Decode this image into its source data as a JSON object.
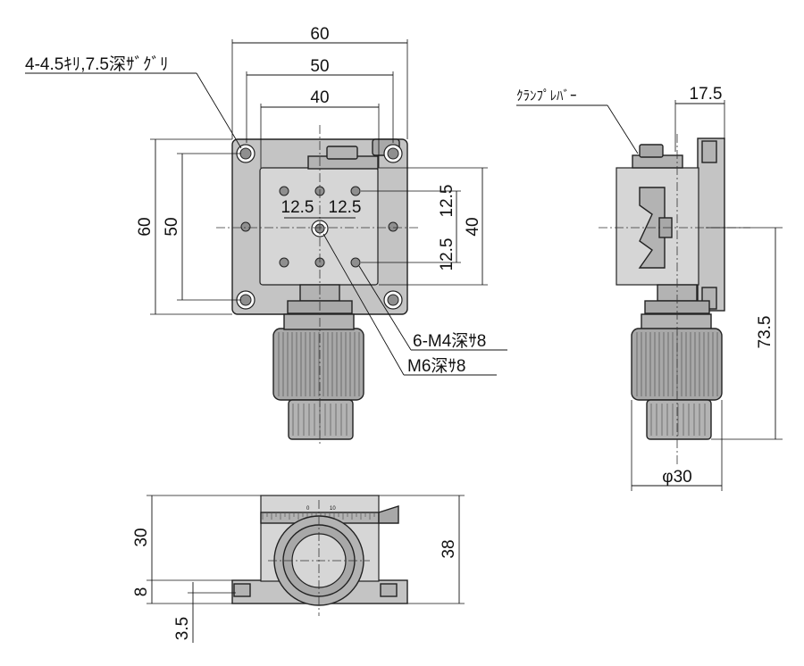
{
  "dimensions": {
    "top_width_outer": "60",
    "top_width_mid": "50",
    "top_width_inner": "40",
    "left_height_outer": "60",
    "left_height_mid": "50",
    "right_height": "40",
    "spacing_h_left": "12.5",
    "spacing_h_right": "12.5",
    "spacing_v_top": "12.5",
    "spacing_v_bottom": "12.5",
    "side_top": "17.5",
    "side_height": "73.5",
    "side_diameter": "φ30",
    "front_30": "30",
    "front_8": "8",
    "front_35": "3.5",
    "front_38": "38"
  },
  "callouts": {
    "mount_holes": "4-4.5ｷﾘ,7.5深ｻﾞｸﾞﾘ",
    "clamp_lever": "ｸﾗﾝﾌﾟﾚﾊﾞｰ",
    "m4_holes": "6-M4深ｻ8",
    "m6_hole": "M6深ｻ8"
  },
  "scale": {
    "tick_0": "0",
    "tick_10": "10"
  }
}
